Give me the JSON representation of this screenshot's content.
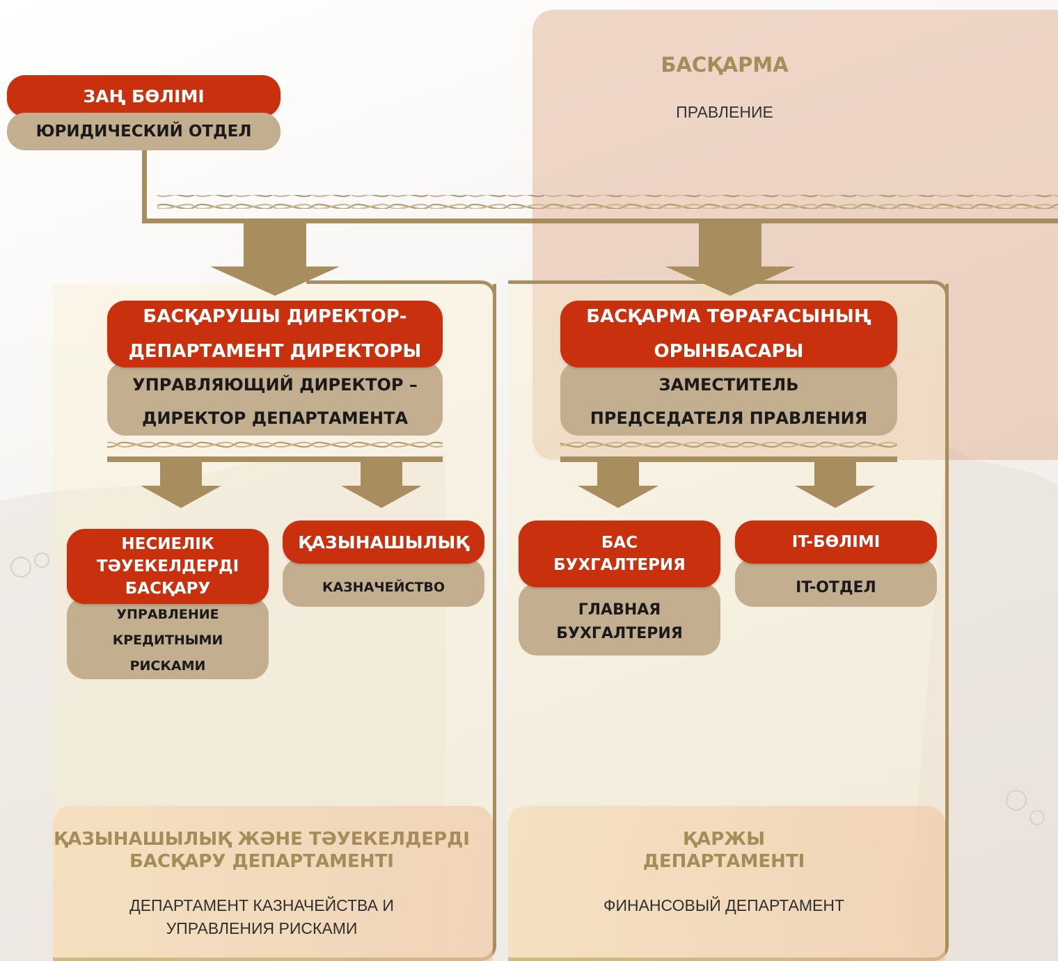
{
  "board": {
    "title": "БАСҚАРМА",
    "subtitle": "ПРАВЛЕНИЕ"
  },
  "legal": {
    "title_kz": "ЗАҢ БӨЛІМІ",
    "title_ru": "ЮРИДИЧЕСКИЙ ОТДЕЛ"
  },
  "managing_director": {
    "title_kz_line1": "БАСҚАРУШЫ ДИРЕКТОР-",
    "title_kz_line2": "ДЕПАРТАМЕНТ ДИРЕКТОРЫ",
    "title_ru_line1": "УПРАВЛЯЮЩИЙ ДИРЕКТОР –",
    "title_ru_line2": "ДИРЕКТОР ДЕПАРТАМЕНТА"
  },
  "deputy_chairman": {
    "title_kz_line1": "БАСҚАРМА ТӨРАҒАСЫНЫҢ",
    "title_kz_line2": "ОРЫНБАСАРЫ",
    "title_ru_line1": "ЗАМЕСТИТЕЛЬ",
    "title_ru_line2": "ПРЕДСЕДАТЕЛЯ ПРАВЛЕНИЯ"
  },
  "credit_risk": {
    "title_kz_line1": "НЕСИЕЛІК",
    "title_kz_line2": "ТӘУЕКЕЛДЕРДІ",
    "title_kz_line3": "БАСҚАРУ",
    "title_ru_line1": "УПРАВЛЕНИЕ",
    "title_ru_line2": "КРЕДИТНЫМИ",
    "title_ru_line3": "РИСКАМИ"
  },
  "treasury": {
    "title_kz": "ҚАЗЫНАШЫЛЫҚ",
    "title_ru": "КАЗНАЧЕЙСТВО"
  },
  "chief_accounting": {
    "title_kz_line1": "БАС",
    "title_kz_line2": "БУХГАЛТЕРИЯ",
    "title_ru_line1": "ГЛАВНАЯ",
    "title_ru_line2": "БУХГАЛТЕРИЯ"
  },
  "it": {
    "title_kz": "IT-БӨЛІМІ",
    "title_ru": "IT-ОТДЕЛ"
  },
  "treasury_risk_dept": {
    "title_kz_line1": "ҚАЗЫНАШЫЛЫҚ ЖӘНЕ ТӘУЕКЕЛДЕРДІ",
    "title_kz_line2": "БАСҚАРУ ДЕПАРТАМЕНТІ",
    "title_ru_line1": "ДЕПАРТАМЕНТ КАЗНАЧЕЙСТВА И",
    "title_ru_line2": "УПРАВЛЕНИЯ РИСКАМИ"
  },
  "finance_dept": {
    "title_kz_line1": "ҚАРЖЫ",
    "title_kz_line2": "ДЕПАРТАМЕНТІ",
    "title_ru": "ФИНАНСОВЫЙ ДЕПАРТАМЕНТ"
  },
  "colors": {
    "red": "#c9300d",
    "tan": "#c3ae8f",
    "gold": "#a88e5e",
    "board_panel": "#dea582"
  }
}
